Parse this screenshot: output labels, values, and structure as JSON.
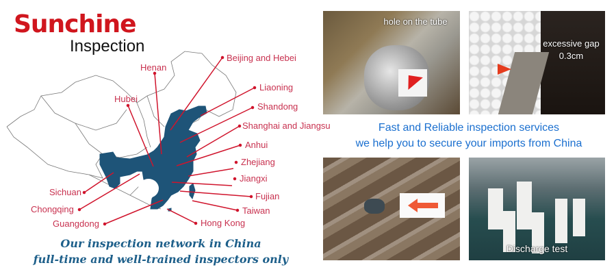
{
  "logo": {
    "brand": "Sunchine",
    "subtitle": "Inspection"
  },
  "map": {
    "regions": [
      {
        "name": "Beijing and Hebei"
      },
      {
        "name": "Henan"
      },
      {
        "name": "Liaoning"
      },
      {
        "name": "Hubei"
      },
      {
        "name": "Shandong"
      },
      {
        "name": "Shanghai and Jiangsu"
      },
      {
        "name": "Anhui"
      },
      {
        "name": "Zhejiang"
      },
      {
        "name": "Jiangxi"
      },
      {
        "name": "Sichuan"
      },
      {
        "name": "Fujian"
      },
      {
        "name": "Chongqing"
      },
      {
        "name": "Taiwan"
      },
      {
        "name": "Guangdong"
      },
      {
        "name": "Hong Kong"
      }
    ],
    "colors": {
      "highlight": "#1e5478",
      "line": "#d0142c",
      "label": "#c8314f"
    }
  },
  "tagline": {
    "line1": "Our inspection network in China",
    "line2": "full-time and well-trained inspectors only"
  },
  "slogan": {
    "line1": "Fast and Reliable inspection services",
    "line2": "we help you to secure your imports from China"
  },
  "photos": [
    {
      "caption": "hole on the tube"
    },
    {
      "caption": "excessive gap",
      "caption2": "0.3cm"
    },
    {
      "caption": ""
    },
    {
      "caption": "Discharge test"
    }
  ]
}
